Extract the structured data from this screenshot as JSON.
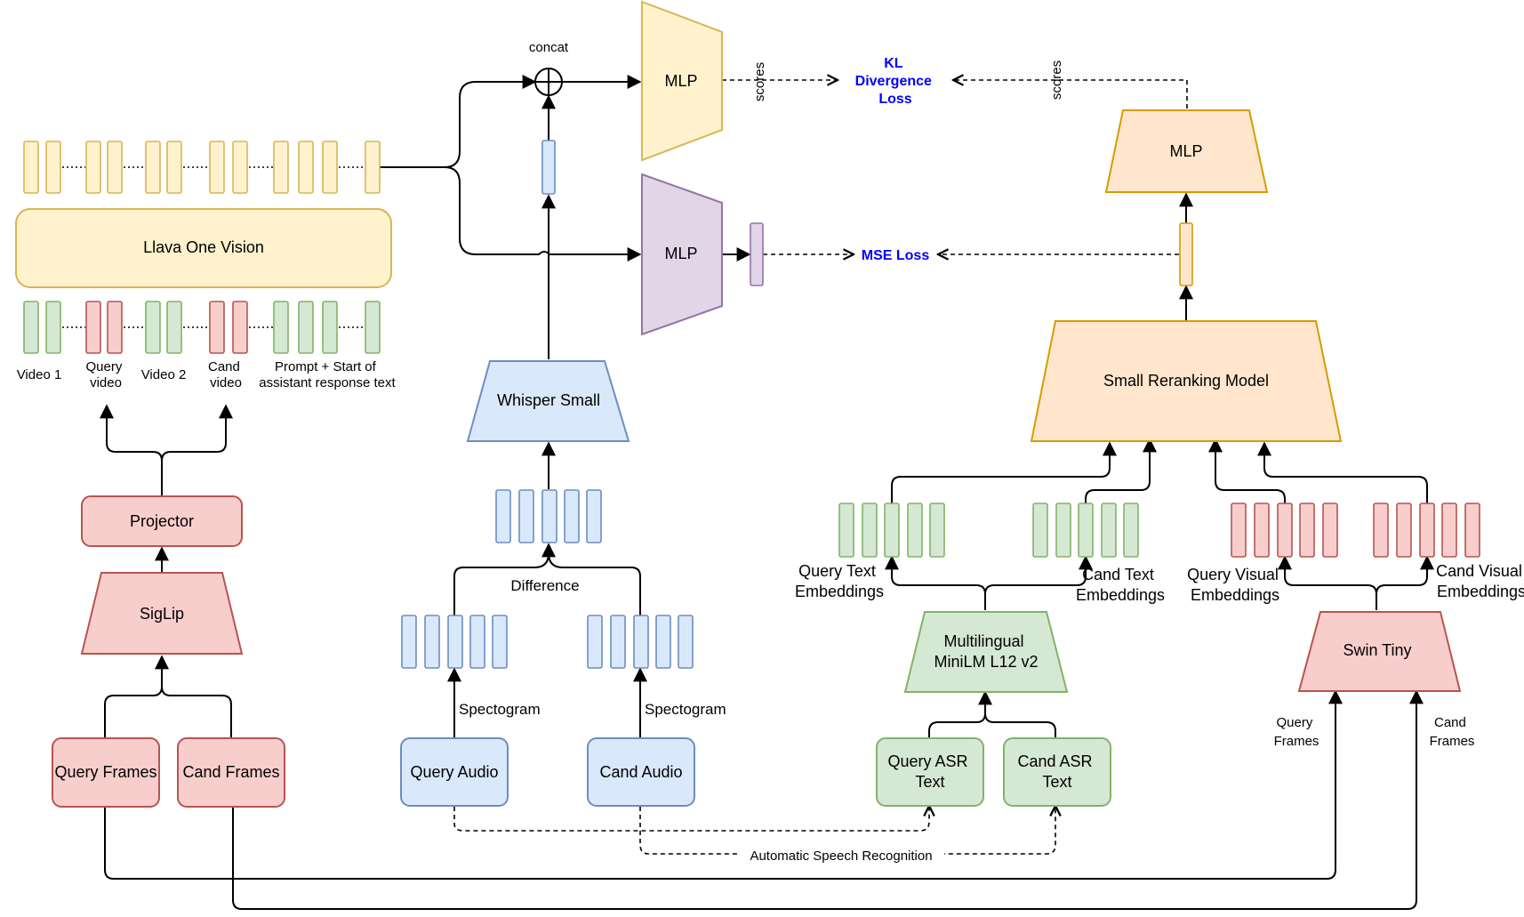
{
  "labels": {
    "concat": "concat",
    "mlp_top": "MLP",
    "mlp_mid": "MLP",
    "mlp_right": "MLP",
    "scores_left": "scores",
    "scores_right": "scores",
    "kl_loss": [
      "KL",
      "Divergence",
      "Loss"
    ],
    "mse_loss": "MSE Loss",
    "llava": "Llava One Vision",
    "whisper": "Whisper Small",
    "small_reranker": "Small Reranking Model",
    "projector": "Projector",
    "siglip": "SigLip",
    "minilm": [
      "Multilingual",
      "MiniLM L12 v2"
    ],
    "swin": "Swin Tiny",
    "difference": "Difference",
    "spectogram_1": "Spectogram",
    "spectogram_2": "Spectogram",
    "asr": "Automatic Speech Recognition",
    "token_video1": "Video 1",
    "token_query_video": [
      "Query",
      "video"
    ],
    "token_video2": "Video 2",
    "token_cand_video": [
      "Cand",
      "video"
    ],
    "token_prompt": [
      "Prompt + Start of",
      "assistant response text"
    ],
    "query_text_emb": [
      "Query Text",
      "Embeddings"
    ],
    "cand_text_emb": [
      "Cand Text",
      "Embeddings"
    ],
    "query_visual_emb": [
      "Query Visual",
      "Embeddings"
    ],
    "cand_visual_emb": [
      "Cand Visual",
      "Embeddings"
    ],
    "query_frames_side": [
      "Query",
      "Frames"
    ],
    "cand_frames_side": [
      "Cand",
      "Frames"
    ]
  },
  "inputs": {
    "query_frames": "Query Frames",
    "cand_frames": "Cand Frames",
    "query_audio": "Query Audio",
    "cand_audio": "Cand Audio",
    "query_asr": [
      "Query ASR",
      "Text"
    ],
    "cand_asr": [
      "Cand ASR",
      "Text"
    ]
  },
  "colors": {
    "yellow_fill": "#fff2cc",
    "yellow_stroke": "#d6b656",
    "blue_fill": "#dae8fc",
    "blue_stroke": "#6c8ebf",
    "purple_fill": "#e1d5e7",
    "purple_stroke": "#9673a6",
    "orange_fill": "#ffe6cc",
    "orange_stroke": "#d79b00",
    "green_fill": "#d5e8d4",
    "green_stroke": "#82b366",
    "red_fill": "#f8cecc",
    "red_stroke": "#b85450",
    "loss_text": "#0000ff"
  }
}
